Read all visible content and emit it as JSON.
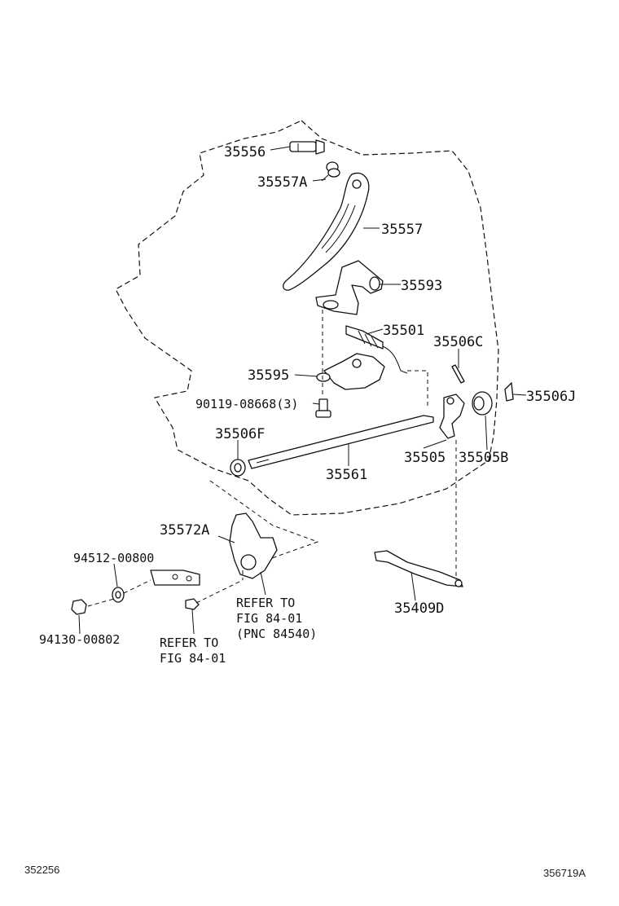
{
  "parts": {
    "p35556": "35556",
    "p35557A": "35557A",
    "p35557": "35557",
    "p35593": "35593",
    "p35501": "35501",
    "p35506C": "35506C",
    "p35595": "35595",
    "p90119": "90119-08668(3)",
    "p35506J": "35506J",
    "p35506F": "35506F",
    "p35505": "35505",
    "p35505B": "35505B",
    "p35561": "35561",
    "p35572A": "35572A",
    "p94512": "94512-00800",
    "p94130": "94130-00802",
    "p35409D": "35409D"
  },
  "refs": {
    "ref1_line1": "REFER TO",
    "ref1_line2": "FIG 84-01",
    "ref1_line3": "(PNC 84540)",
    "ref2_line1": "REFER TO",
    "ref2_line2": "FIG 84-01"
  },
  "footer": {
    "left_code": "352256",
    "right_code": "356719A"
  }
}
